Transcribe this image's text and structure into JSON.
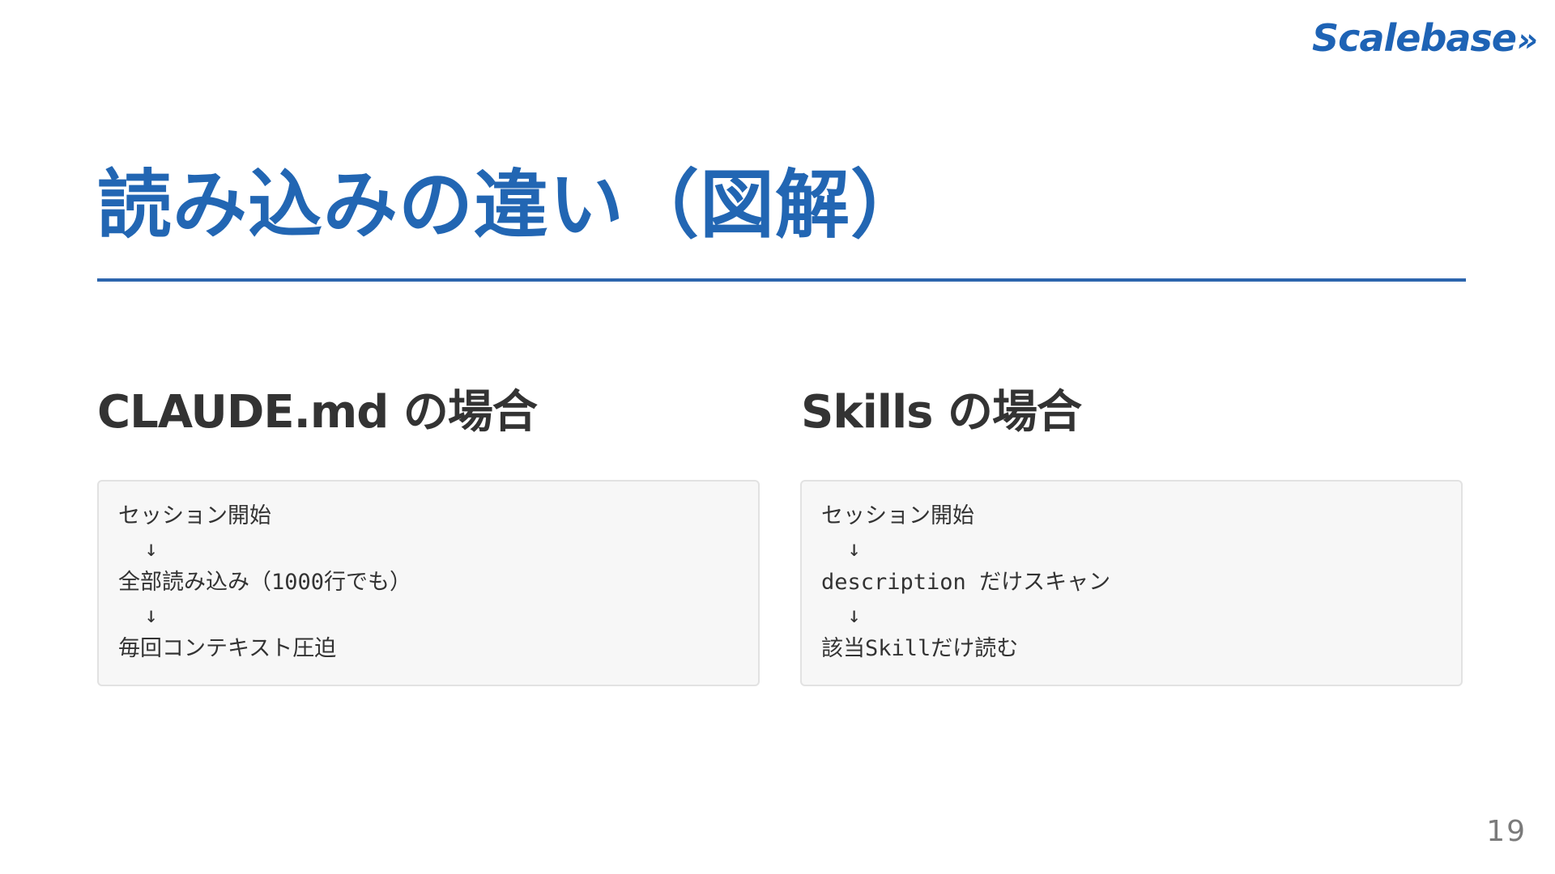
{
  "logo": {
    "text": "Scalebase",
    "mark": "»"
  },
  "title": "読み込みの違い（図解）",
  "colors": {
    "brand_blue": "#2266b3",
    "heading_text": "#333333",
    "code_background": "#f7f7f7",
    "page_number": "#7a7a7a"
  },
  "columns": [
    {
      "heading": "CLAUDE.md の場合",
      "lines": [
        "セッション開始",
        "  ↓",
        "全部読み込み（1000行でも）",
        "  ↓",
        "毎回コンテキスト圧迫"
      ]
    },
    {
      "heading": "Skills の場合",
      "lines": [
        "セッション開始",
        "  ↓",
        "description だけスキャン",
        "  ↓",
        "該当Skillだけ読む"
      ]
    }
  ],
  "page_number": "19"
}
